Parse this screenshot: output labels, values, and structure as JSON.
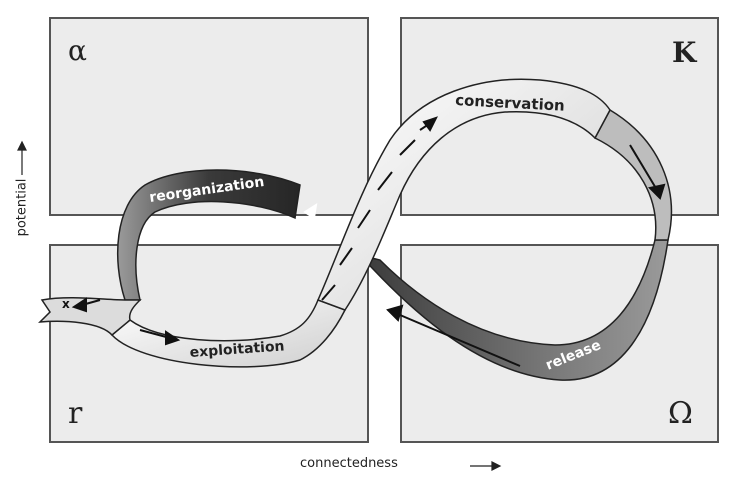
{
  "diagram": {
    "quadrants": [
      {
        "symbol": "α"
      },
      {
        "symbol": "K"
      },
      {
        "symbol": "r"
      },
      {
        "symbol": "Ω"
      }
    ],
    "axes": {
      "y_label": "potential",
      "x_label": "connectedness",
      "arrow": "⟶"
    },
    "phases": {
      "reorganization": "reorganization",
      "conservation": "conservation",
      "exploitation": "exploitation",
      "release": "release",
      "exit": "x"
    },
    "colors": {
      "panel_fill": "#ececec",
      "panel_stroke": "#555555",
      "band_light": "#f4f4f4",
      "band_dark": "#3a3a3a",
      "band_mid": "#8a8a8a"
    }
  }
}
